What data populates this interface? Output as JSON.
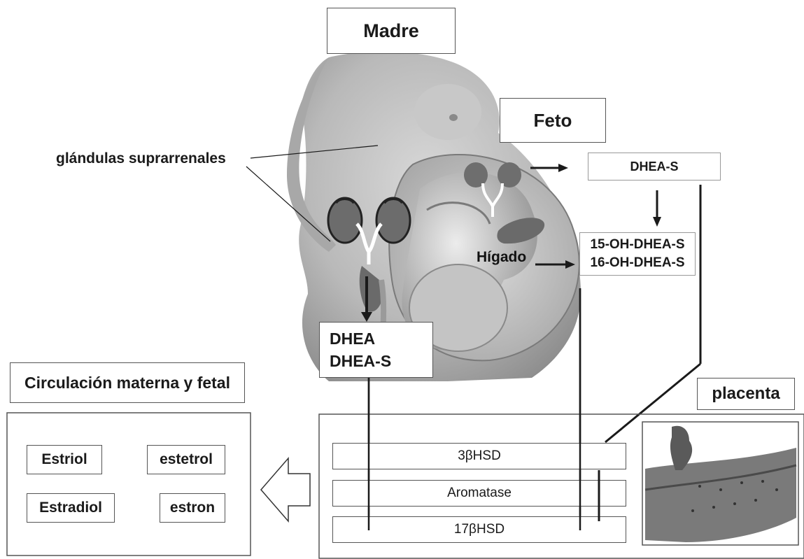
{
  "labels": {
    "mother": "Madre",
    "fetus": "Feto",
    "adrenal_glands": "glándulas suprarrenales",
    "liver": "Hígado",
    "placenta": "placenta",
    "circulation": "Circulación materna y fetal"
  },
  "fetal_products": {
    "dhea_s": "DHEA-S",
    "hydroxylated_1": "15-OH-DHEA-S",
    "hydroxylated_2": "16-OH-DHEA-S"
  },
  "maternal_products": {
    "dhea": "DHEA",
    "dhea_s": "DHEA-S"
  },
  "enzymes": [
    "3βHSD",
    "Aromatase",
    "17βHSD"
  ],
  "estrogens": [
    "Estriol",
    "estetrol",
    "Estradiol",
    "estron"
  ],
  "colors": {
    "figure_skin": "#b8b8b8",
    "organ_dark": "#6a6a6a",
    "line": "#1a1a1a",
    "box_border": "#555555"
  }
}
